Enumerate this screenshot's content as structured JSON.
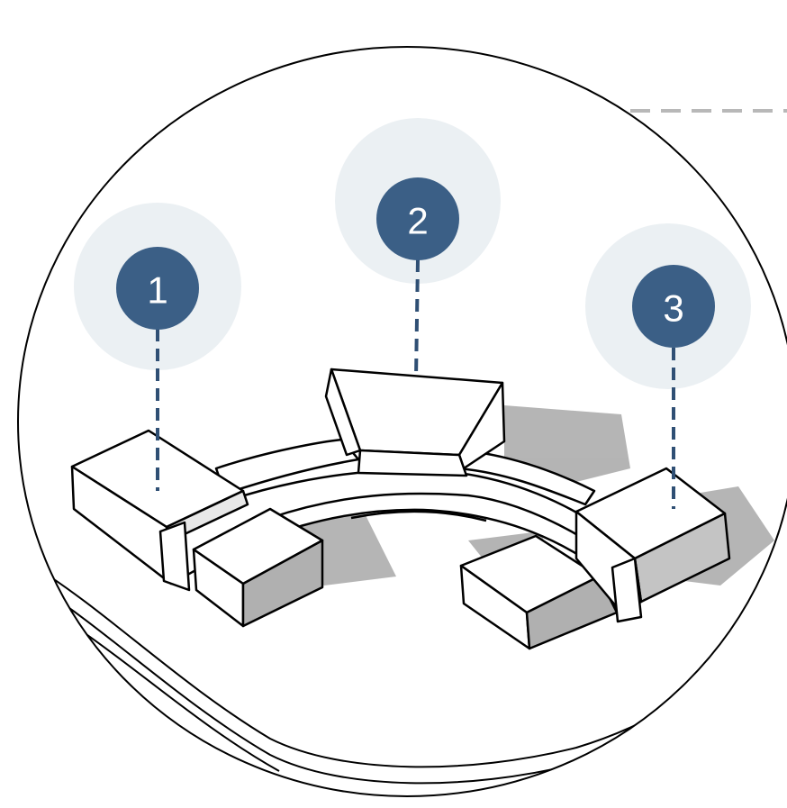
{
  "colors": {
    "marker_fill": "#3b5f86",
    "halo_fill": "#ebf0f3",
    "leader_line": "#2f4f74",
    "guide_line": "#b8b8b8",
    "outline": "#000000",
    "shadow": "#a8a8a8"
  },
  "markers": [
    {
      "id": "1",
      "label": "1"
    },
    {
      "id": "2",
      "label": "2"
    },
    {
      "id": "3",
      "label": "3"
    }
  ]
}
